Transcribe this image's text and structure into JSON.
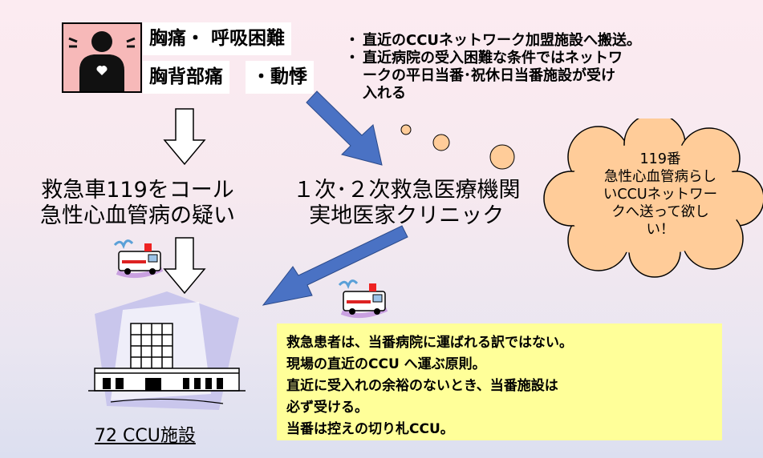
{
  "symptoms": {
    "label1": "胸痛・ 呼吸困難",
    "label2": "胸背部痛",
    "label3": "・動悸"
  },
  "bullets": [
    "直近のCCUネットワーク加盟施設へ搬送。",
    "直近病院の受入困難な条件ではネットワ",
    "ークの平日当番･祝休日当番施設が受け",
    "入れる"
  ],
  "bullet_marks": [
    "・",
    "・"
  ],
  "left_text": {
    "line1": "救急車119をコール",
    "line2": "急性心血管病の疑い"
  },
  "mid_text": {
    "line1": "１次･２次救急医療機関",
    "line2": "実地医家クリニック"
  },
  "cloud_text": [
    "119番",
    "急性心血管病らし",
    "いCCUネットワー",
    "クへ送って欲し",
    "い！"
  ],
  "yellow_box": [
    "救急患者は、当番病院に運ばれる訳ではない。",
    "現場の直近のCCU へ運ぶ原則。",
    "直近に受入れの余裕のないとき、当番施設は",
    "必ず受ける。",
    "当番は控えの切り札CCU。"
  ],
  "ccu_label": "72  CCU施設",
  "colors": {
    "arrow_blue": "#4a72c4",
    "cloud_fill": "#ffcc99",
    "yellow_box": "#ffff99",
    "icon_pink": "#f7b9b9"
  }
}
